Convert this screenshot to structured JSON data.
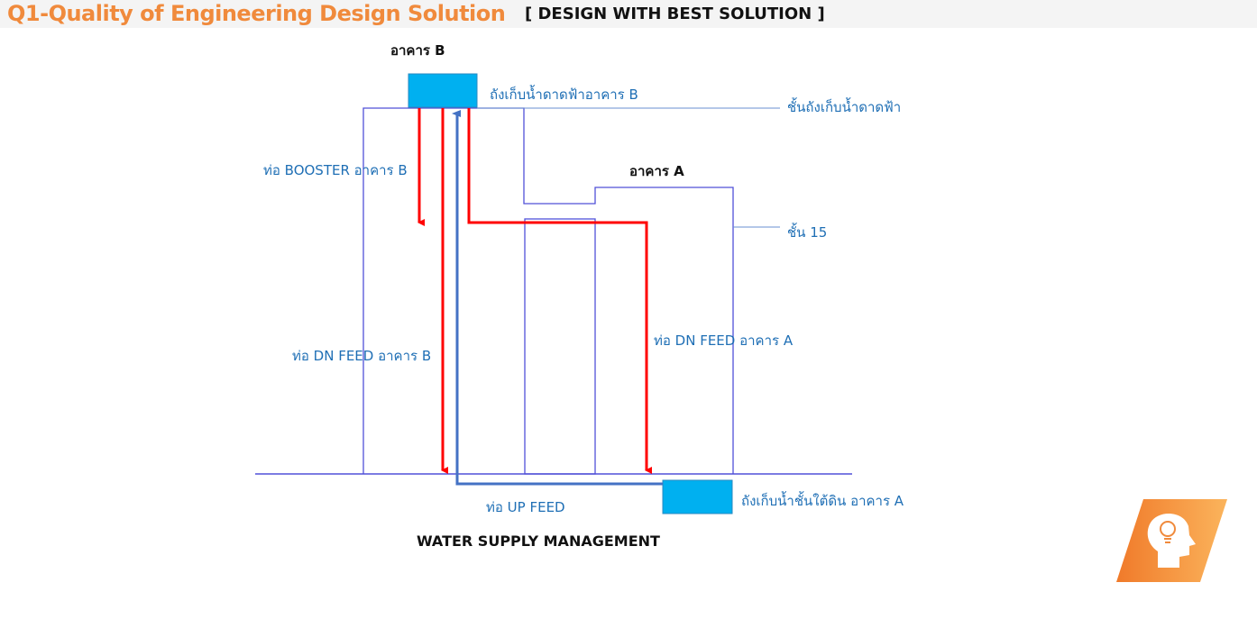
{
  "header": {
    "title": "Q1-Quality of Engineering Design Solution",
    "subtitle": "[ DESIGN WITH BEST SOLUTION ]"
  },
  "diagram": {
    "building_b": "อาคาร B",
    "building_a": "อาคาร A",
    "roof_tank_b": "ถังเก็บน้ำดาดฟ้าอาคาร B",
    "roof_tank_level": "ชั้นถังเก็บน้ำดาดฟ้า",
    "floor_15": "ชั้น 15",
    "booster_pipe_b": "ท่อ BOOSTER อาคาร B",
    "down_feed_b": "ท่อ DN FEED อาคาร B",
    "down_feed_a": "ท่อ DN FEED อาคาร A",
    "up_feed": "ท่อ UP FEED",
    "underground_tank_a": "ถังเก็บน้ำชั้นใต้ดิน อาคาร A",
    "caption": "WATER SUPPLY MANAGEMENT"
  },
  "colors": {
    "accent": "#f08a3c",
    "tank": "#00b0f0",
    "down_pipe": "#ff0000",
    "up_pipe": "#4472c4",
    "outline": "#5050d8"
  },
  "icons": {
    "logo": "head-lightbulb-icon"
  }
}
